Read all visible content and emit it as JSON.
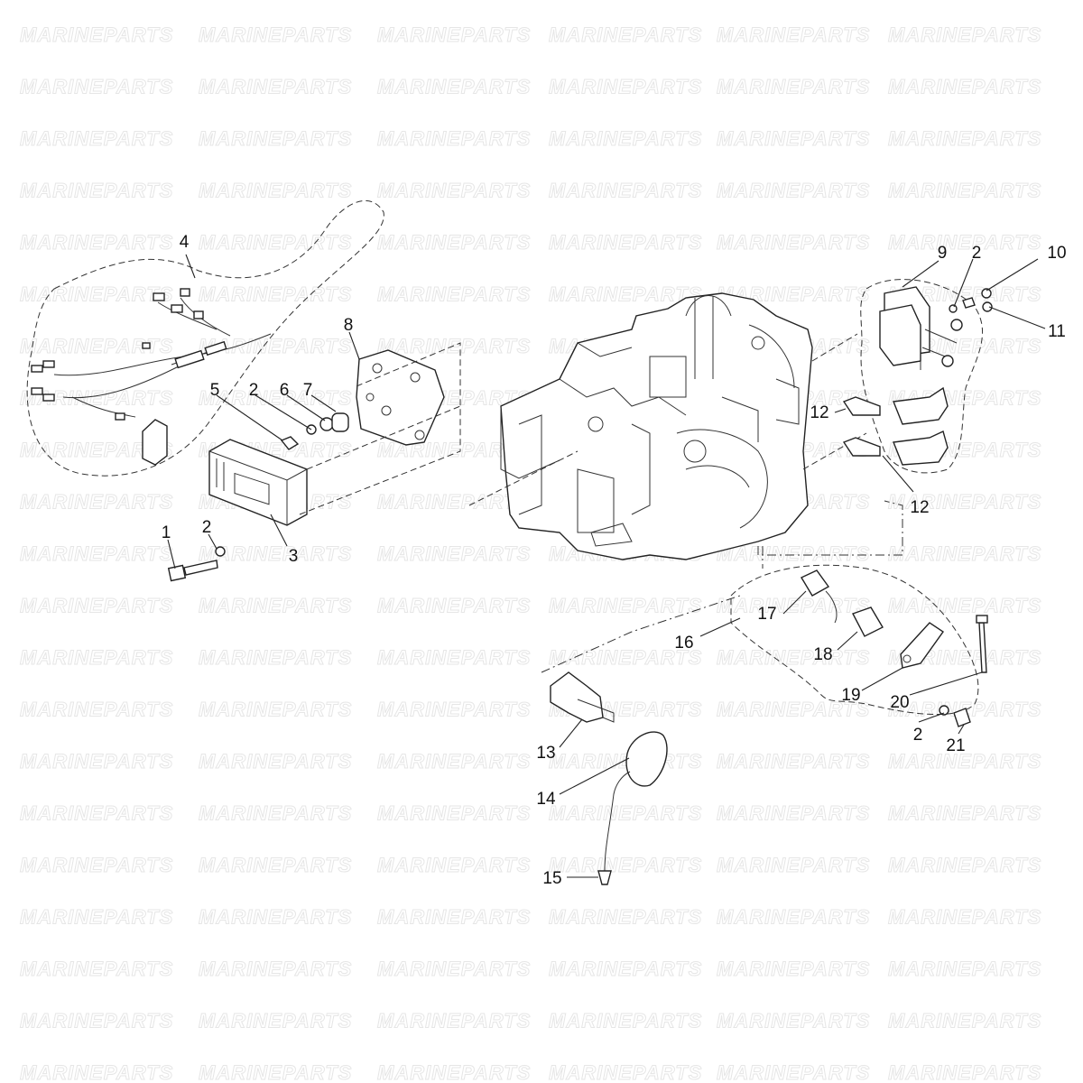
{
  "watermark": {
    "text": "MARINEPARTS",
    "color": "#e6e6e6"
  },
  "callouts": [
    {
      "id": "c1",
      "number": "1"
    },
    {
      "id": "c2a",
      "number": "2"
    },
    {
      "id": "c2b",
      "number": "2"
    },
    {
      "id": "c2c",
      "number": "2"
    },
    {
      "id": "c2d",
      "number": "2"
    },
    {
      "id": "c3",
      "number": "3"
    },
    {
      "id": "c4",
      "number": "4"
    },
    {
      "id": "c5",
      "number": "5"
    },
    {
      "id": "c6",
      "number": "6"
    },
    {
      "id": "c7",
      "number": "7"
    },
    {
      "id": "c8",
      "number": "8"
    },
    {
      "id": "c9",
      "number": "9"
    },
    {
      "id": "c10",
      "number": "10"
    },
    {
      "id": "c11",
      "number": "11"
    },
    {
      "id": "c12a",
      "number": "12"
    },
    {
      "id": "c12b",
      "number": "12"
    },
    {
      "id": "c13",
      "number": "13"
    },
    {
      "id": "c14",
      "number": "14"
    },
    {
      "id": "c15",
      "number": "15"
    },
    {
      "id": "c16",
      "number": "16"
    },
    {
      "id": "c17",
      "number": "17"
    },
    {
      "id": "c18",
      "number": "18"
    },
    {
      "id": "c19",
      "number": "19"
    },
    {
      "id": "c20",
      "number": "20"
    },
    {
      "id": "c21",
      "number": "21"
    }
  ]
}
